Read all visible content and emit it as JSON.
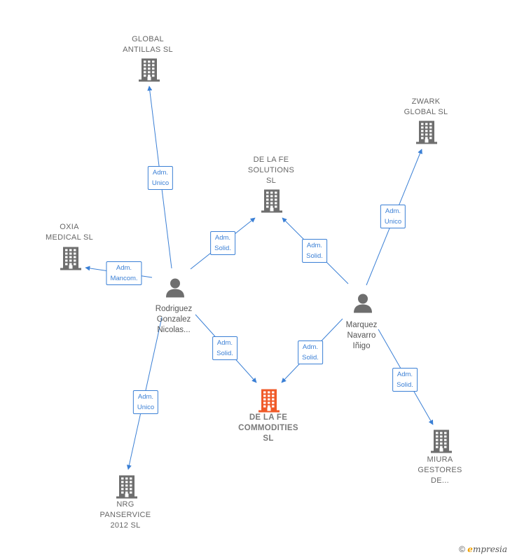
{
  "companies": [
    {
      "id": "global-antillas",
      "label": "GLOBAL\nANTILLAS  SL",
      "highlight": false
    },
    {
      "id": "zwark-global",
      "label": "ZWARK\nGLOBAL  SL",
      "highlight": false
    },
    {
      "id": "de-la-fe-solutions",
      "label": "DE LA FE\nSOLUTIONS\nSL",
      "highlight": false
    },
    {
      "id": "oxia-medical",
      "label": "OXIA\nMEDICAL  SL",
      "highlight": false
    },
    {
      "id": "de-la-fe-commodities",
      "label": "DE LA FE\nCOMMODITIES\nSL",
      "highlight": true
    },
    {
      "id": "miura-gestores",
      "label": "MIURA\nGESTORES\nDE...",
      "highlight": false
    },
    {
      "id": "nrg-panservice",
      "label": "NRG\nPANSERVICE\n2012 SL",
      "highlight": false
    }
  ],
  "persons": [
    {
      "id": "rodriguez",
      "label": "Rodriguez\nGonzalez\nNicolas..."
    },
    {
      "id": "marquez",
      "label": "Marquez\nNavarro\nIñigo"
    }
  ],
  "edges": [
    {
      "from": "rodriguez",
      "to": "global-antillas",
      "label": "Adm.\nUnico"
    },
    {
      "from": "rodriguez",
      "to": "de-la-fe-solutions",
      "label": "Adm.\nSolid."
    },
    {
      "from": "rodriguez",
      "to": "oxia-medical",
      "label": "Adm.\nMancom."
    },
    {
      "from": "rodriguez",
      "to": "de-la-fe-commodities",
      "label": "Adm.\nSolid."
    },
    {
      "from": "rodriguez",
      "to": "nrg-panservice",
      "label": "Adm.\nUnico"
    },
    {
      "from": "marquez",
      "to": "zwark-global",
      "label": "Adm.\nUnico"
    },
    {
      "from": "marquez",
      "to": "de-la-fe-solutions",
      "label": "Adm.\nSolid."
    },
    {
      "from": "marquez",
      "to": "de-la-fe-commodities",
      "label": "Adm.\nSolid."
    },
    {
      "from": "marquez",
      "to": "miura-gestores",
      "label": "Adm.\nSolid."
    }
  ],
  "colors": {
    "edge": "#3a7fd5",
    "building": "#6e6e6e",
    "highlight": "#f05a28",
    "person": "#6e6e6e"
  },
  "footer": {
    "copyright": "©",
    "brand_first": "e",
    "brand_rest": "mpresia"
  }
}
